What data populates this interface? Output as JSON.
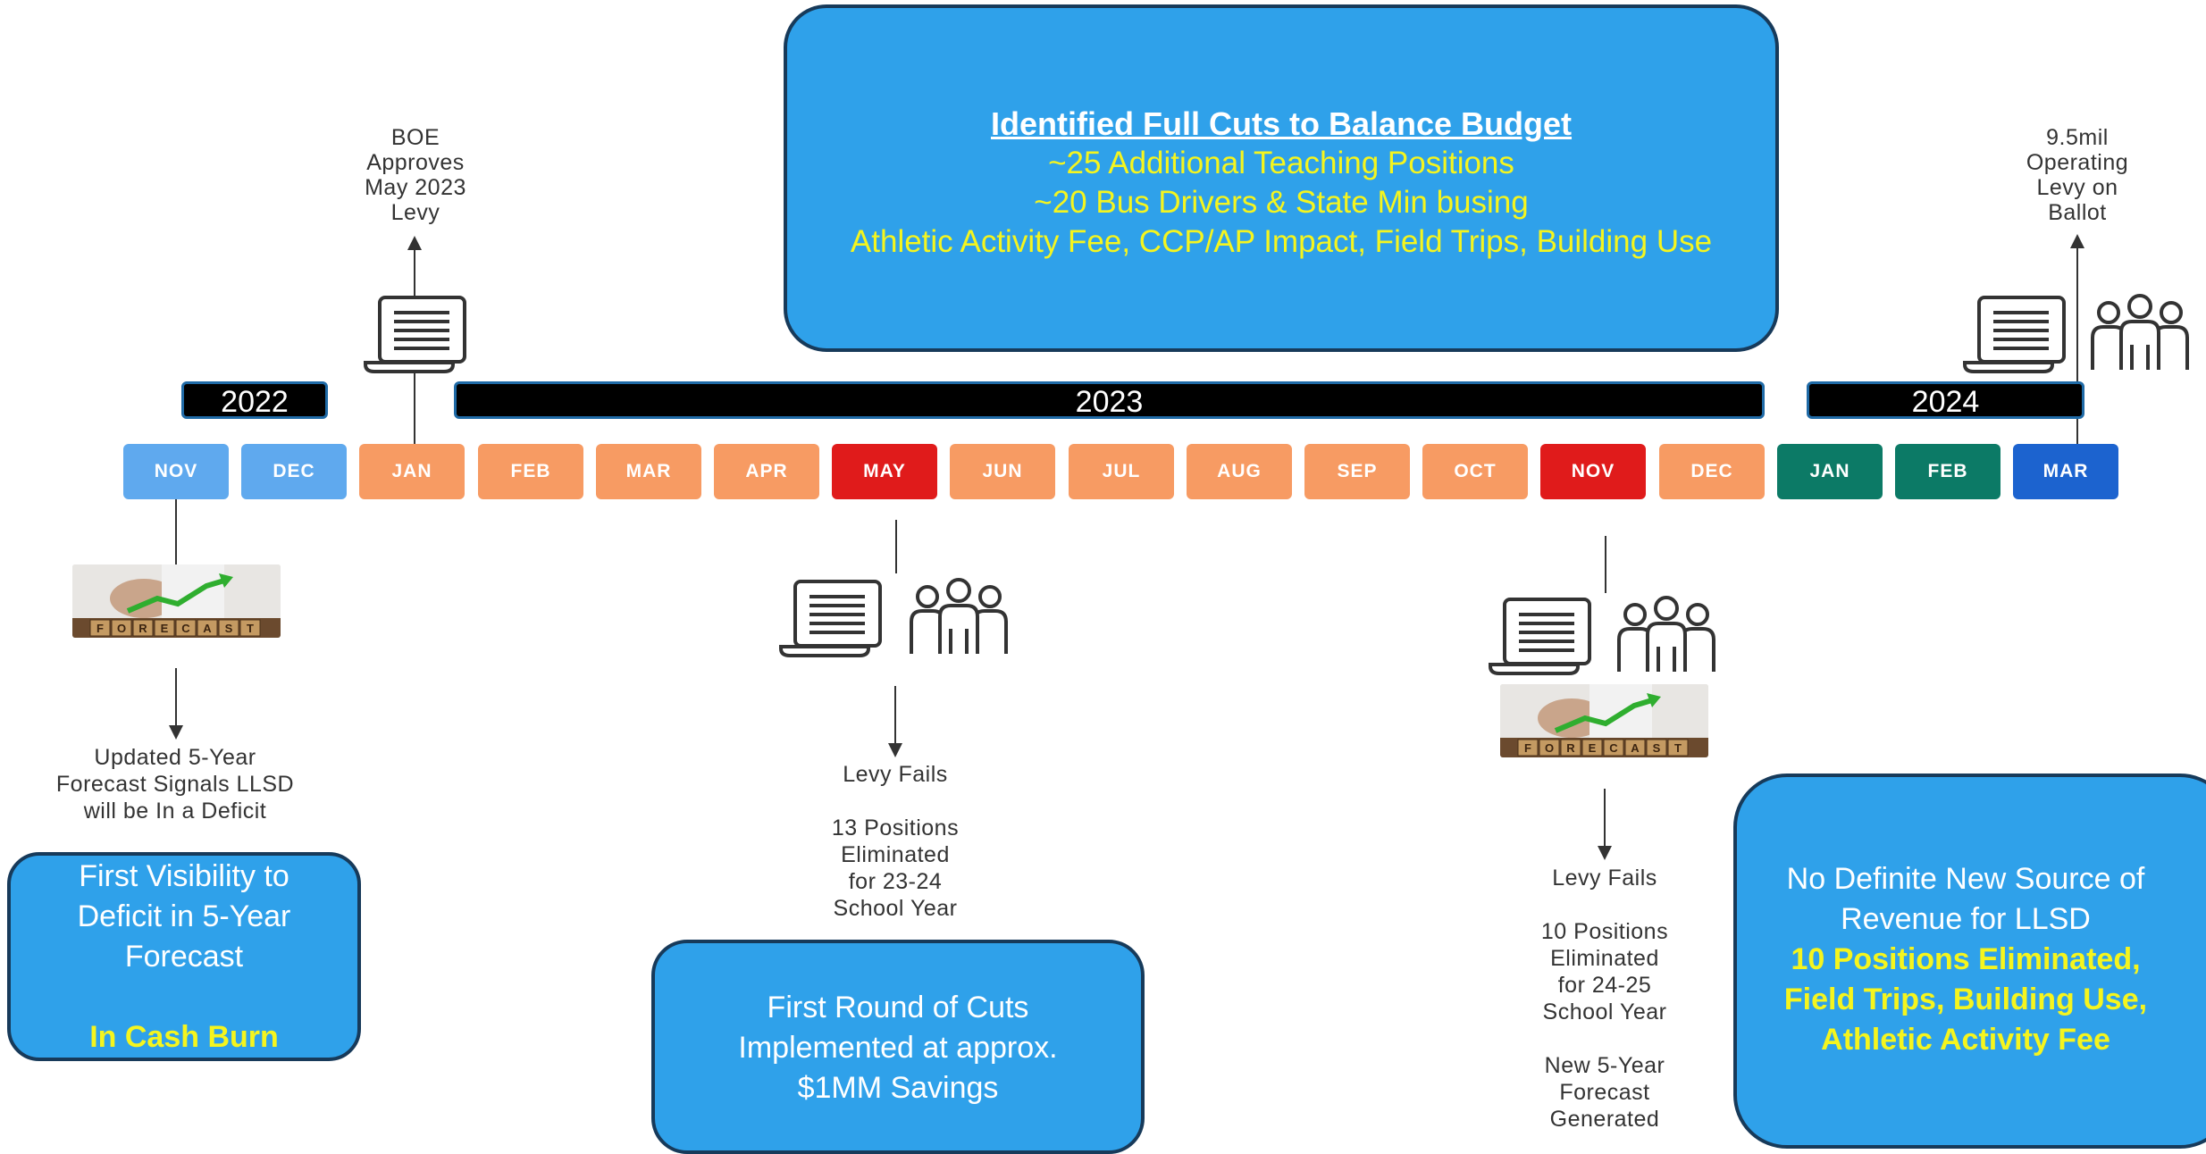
{
  "colors": {
    "callout_bg": "#2fa1ea",
    "callout_border": "#173a5a",
    "highlight_yellow": "#f5f51e",
    "month_2022": "#5fa9ee",
    "month_2023": "#f79b63",
    "month_highlight": "#e01b1b",
    "month_2024": "#0c7a66",
    "month_mar_2024": "#1c63cf"
  },
  "years": [
    "2022",
    "2023",
    "2024"
  ],
  "months": [
    {
      "label": "NOV",
      "color": "#5fa9ee"
    },
    {
      "label": "DEC",
      "color": "#5fa9ee"
    },
    {
      "label": "JAN",
      "color": "#f79b63"
    },
    {
      "label": "FEB",
      "color": "#f79b63"
    },
    {
      "label": "MAR",
      "color": "#f79b63"
    },
    {
      "label": "APR",
      "color": "#f79b63"
    },
    {
      "label": "MAY",
      "color": "#e01b1b"
    },
    {
      "label": "JUN",
      "color": "#f79b63"
    },
    {
      "label": "JUL",
      "color": "#f79b63"
    },
    {
      "label": "AUG",
      "color": "#f79b63"
    },
    {
      "label": "SEP",
      "color": "#f79b63"
    },
    {
      "label": "OCT",
      "color": "#f79b63"
    },
    {
      "label": "NOV",
      "color": "#e01b1b"
    },
    {
      "label": "DEC",
      "color": "#f79b63"
    },
    {
      "label": "JAN",
      "color": "#0c7a66"
    },
    {
      "label": "FEB",
      "color": "#0c7a66"
    },
    {
      "label": "MAR",
      "color": "#1c63cf"
    }
  ],
  "top_callout": {
    "heading": "Identified Full Cuts to Balance Budget",
    "lines": [
      "~25 Additional Teaching Positions",
      "~20 Bus Drivers & State Min busing",
      "Athletic Activity Fee, CCP/AP Impact, Field Trips, Building Use"
    ]
  },
  "boe_note": [
    "BOE",
    "Approves",
    "May 2023",
    "Levy"
  ],
  "ballot_note": [
    "9.5mil",
    "Operating",
    "Levy on",
    "Ballot"
  ],
  "forecast_image": {
    "label": "FORECAST",
    "letters": [
      "F",
      "O",
      "R",
      "E",
      "C",
      "A",
      "S",
      "T"
    ]
  },
  "nov2022_note": [
    "Updated 5-Year",
    "Forecast Signals LLSD",
    "will be In a Deficit"
  ],
  "nov2022_callout": {
    "lines": [
      "First Visibility to",
      "Deficit in 5-Year",
      "Forecast"
    ],
    "highlight": "In Cash Burn"
  },
  "may2023_note": {
    "title": "Levy Fails",
    "lines": [
      "13 Positions",
      "Eliminated",
      "for 23-24",
      "School Year"
    ]
  },
  "may2023_callout": [
    "First Round of Cuts",
    "Implemented at approx.",
    "$1MM Savings"
  ],
  "nov2023_note": {
    "title": "Levy Fails",
    "lines": [
      "10 Positions",
      "Eliminated",
      "for 24-25",
      "School Year"
    ],
    "lines2": [
      "New 5-Year",
      "Forecast",
      "Generated"
    ]
  },
  "right_callout": {
    "lines": [
      "No Definite New Source of",
      "Revenue for LLSD"
    ],
    "highlights": [
      "10 Positions Eliminated,",
      "Field Trips, Building Use,",
      "Athletic Activity Fee"
    ]
  }
}
